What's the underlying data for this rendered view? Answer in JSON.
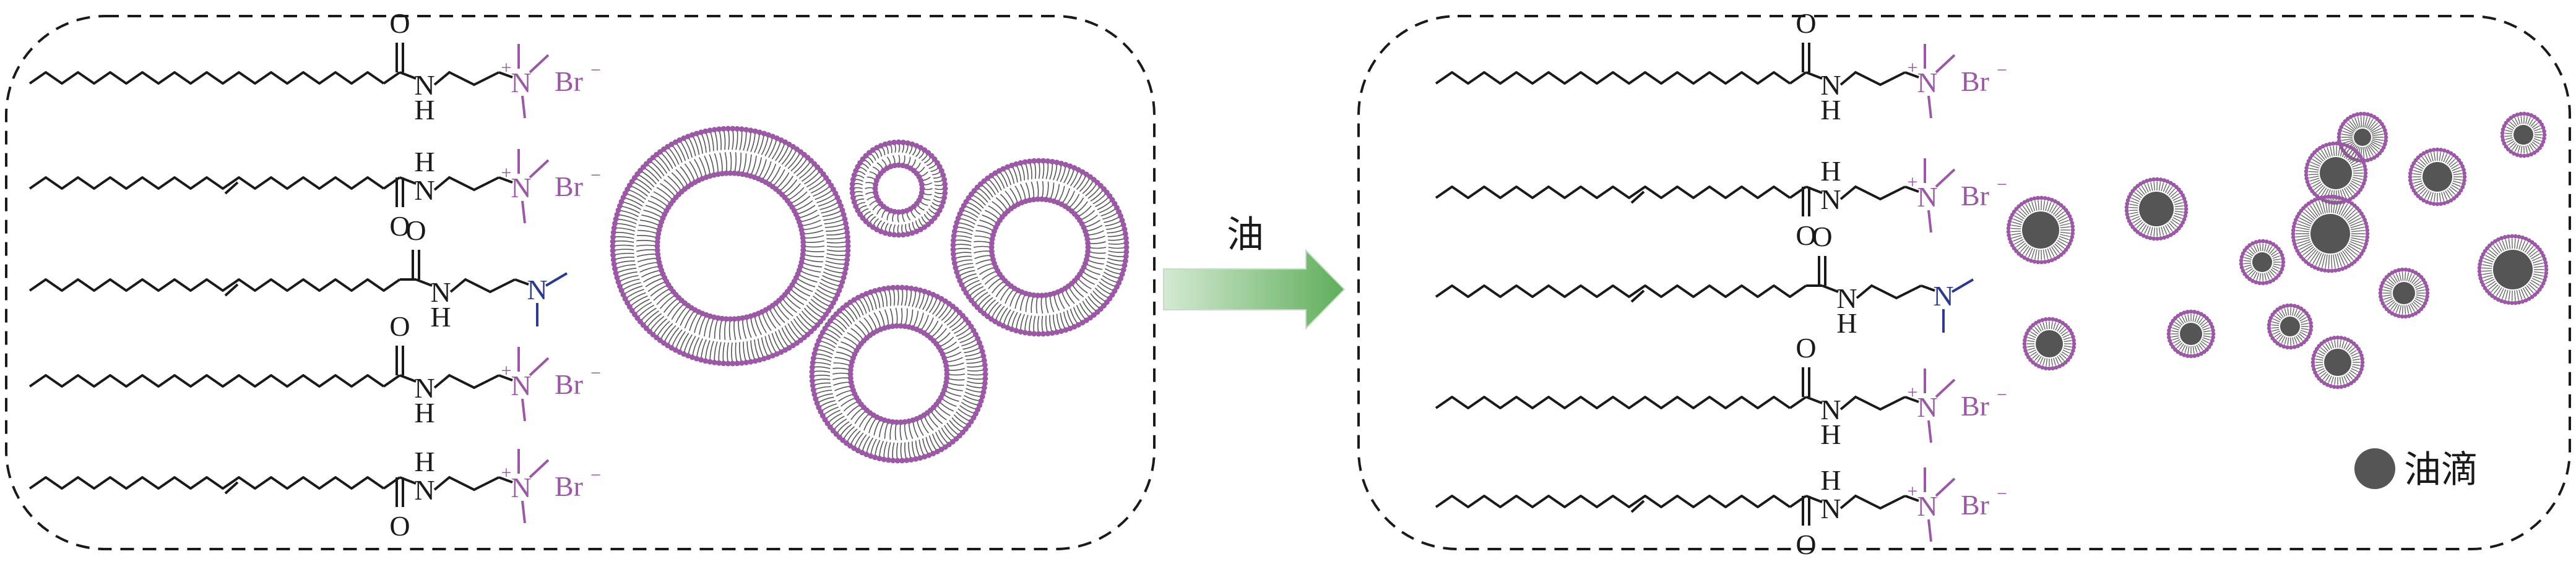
{
  "colors": {
    "outline": "#1a1a1a",
    "head_purple": "#9b59a5",
    "amine_blue": "#2b3a8c",
    "oil": "#555555",
    "arrow_light": "#d4ead3",
    "arrow_dark": "#5fae5a"
  },
  "labels": {
    "carbonyl_o": "O",
    "amide_h": "H",
    "amide_n": "N",
    "quat_n": "N",
    "plus": "+",
    "bromide": "Br",
    "bromide_charge": "−"
  },
  "arrow": {
    "label": "油"
  },
  "legend": {
    "label": "油滴",
    "icon": "oil-droplet-icon"
  },
  "left_panel": {
    "molecules": [
      {
        "kind": "quaternary",
        "tail": "saturated",
        "amide_h_position": "below"
      },
      {
        "kind": "quaternary",
        "tail": "unsaturated",
        "amide_h_position": "above"
      },
      {
        "kind": "tertiary",
        "tail": "unsaturated",
        "amide_h_position": "below"
      },
      {
        "kind": "quaternary",
        "tail": "saturated",
        "amide_h_position": "below"
      },
      {
        "kind": "quaternary",
        "tail": "unsaturated",
        "amide_h_position": "above"
      }
    ],
    "assemblies": [
      {
        "shape": "vesicle",
        "size": "large"
      },
      {
        "shape": "vesicle",
        "size": "small"
      },
      {
        "shape": "vesicle",
        "size": "medium"
      },
      {
        "shape": "vesicle",
        "size": "medium"
      }
    ]
  },
  "right_panel": {
    "molecules": [
      {
        "kind": "quaternary",
        "tail": "saturated",
        "amide_h_position": "below"
      },
      {
        "kind": "quaternary",
        "tail": "unsaturated",
        "amide_h_position": "above"
      },
      {
        "kind": "tertiary",
        "tail": "unsaturated",
        "amide_h_position": "below"
      },
      {
        "kind": "quaternary",
        "tail": "saturated",
        "amide_h_position": "below"
      },
      {
        "kind": "quaternary",
        "tail": "unsaturated",
        "amide_h_position": "above"
      }
    ],
    "droplet_count": 14
  }
}
